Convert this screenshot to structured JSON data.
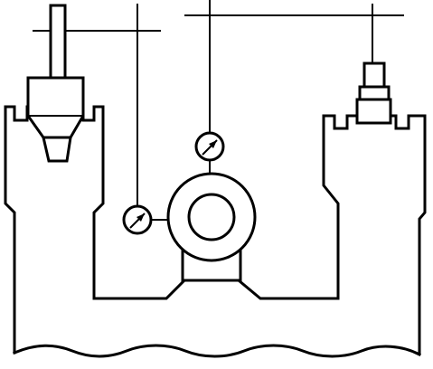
{
  "diagram": {
    "stroke_color": "#000000",
    "background_color": "#ffffff",
    "components": [
      "left-castellated-wall",
      "right-castellated-wall",
      "hopper",
      "hopper-shaft",
      "right-column-assembly",
      "center-ring-unit",
      "pressure-gauge-left",
      "pressure-gauge-top",
      "bottom-channel",
      "wavy-break-line"
    ]
  }
}
